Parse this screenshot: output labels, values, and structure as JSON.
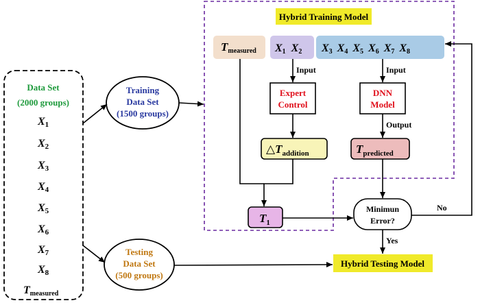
{
  "colors": {
    "green": "#1e9a3c",
    "blue": "#2a3aa0",
    "orange": "#c07812",
    "red": "#e0101c",
    "purple": "#6a2aa0",
    "black": "#000000",
    "yellow": "#f0ea2a",
    "tan": "#f3dfcc",
    "lavender": "#cfc6ea",
    "lightblue": "#a9cbe6",
    "lightyellow": "#f8f4b8",
    "pink": "#edbcbc",
    "magenta": "#e7b5e7"
  },
  "dataset": {
    "title_line1": "Data Set",
    "title_line2": "(2000 groups)",
    "vars": [
      {
        "base": "X",
        "sub": "1"
      },
      {
        "base": "X",
        "sub": "2"
      },
      {
        "base": "X",
        "sub": "3"
      },
      {
        "base": "X",
        "sub": "4"
      },
      {
        "base": "X",
        "sub": "5"
      },
      {
        "base": "X",
        "sub": "6"
      },
      {
        "base": "X",
        "sub": "7"
      },
      {
        "base": "X",
        "sub": "8"
      }
    ],
    "measured": {
      "base": "T",
      "sub": "measured"
    }
  },
  "training": {
    "line1": "Training",
    "line2": "Data Set",
    "line3": "(1500 groups)"
  },
  "testing": {
    "line1": "Testing",
    "line2": "Data Set",
    "line3": "(500 groups)"
  },
  "hybrid_training": {
    "title": "Hybrid Training Model"
  },
  "inputs": {
    "t_measured": {
      "base": "T",
      "sub": "measured"
    },
    "x12": [
      {
        "base": "X",
        "sub": "1"
      },
      {
        "base": "X",
        "sub": "2"
      }
    ],
    "x38": [
      {
        "base": "X",
        "sub": "3"
      },
      {
        "base": "X",
        "sub": "4"
      },
      {
        "base": "X",
        "sub": "5"
      },
      {
        "base": "X",
        "sub": "6"
      },
      {
        "base": "X",
        "sub": "7"
      },
      {
        "base": "X",
        "sub": "8"
      }
    ]
  },
  "labels": {
    "input1": "Input",
    "input2": "Input",
    "output": "Output",
    "no": "No",
    "yes": "Yes"
  },
  "expert": {
    "line1": "Expert",
    "line2": "Control"
  },
  "dnn": {
    "line1": "DNN",
    "line2": "Model"
  },
  "t_addition": {
    "prefix": "△",
    "base": "T",
    "sub": "addition"
  },
  "t_predicted": {
    "base": "T",
    "sub": "predicted"
  },
  "t1": {
    "base": "T",
    "sub": "1"
  },
  "decision": {
    "line1": "Minimun",
    "line2": "Error?"
  },
  "hybrid_testing": {
    "title": "Hybrid Testing Model"
  }
}
